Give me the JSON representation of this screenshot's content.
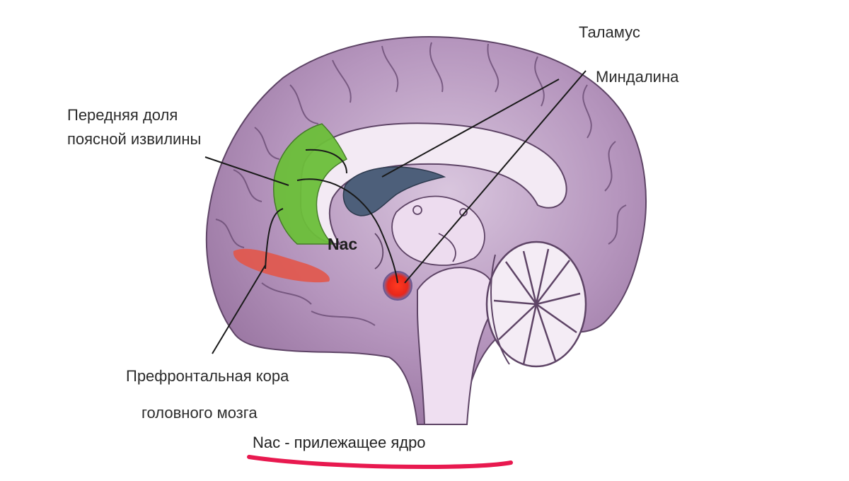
{
  "labels": {
    "thalamus": "Таламус",
    "amygdala": "Миндалина",
    "acc_line1": "Передняя доля",
    "acc_line2": "поясной извилины",
    "pfc_line1": "Префронтальная кора",
    "pfc_line2": "головного мозга",
    "nac": "Nac",
    "caption": "Nac - прилежащее ядро"
  },
  "colors": {
    "brain": "#b89cc0",
    "brain_dark": "#8d6a99",
    "cingulate": "#6cbf3a",
    "prefrontal": "#e2574a",
    "thalamus": "#4d5f7a",
    "nac": "#e8271b",
    "underline": "#e8194f"
  }
}
